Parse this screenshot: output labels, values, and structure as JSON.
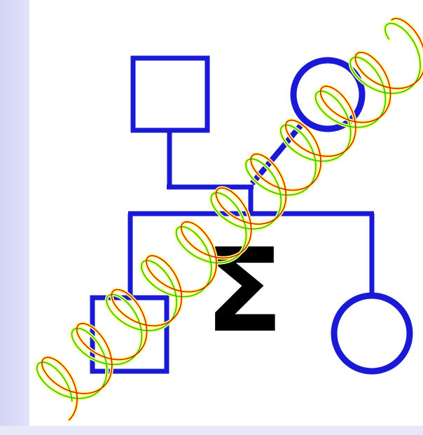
{
  "logo": {
    "symbol": "Σ",
    "colors": {
      "pedigree": "#1a1ad6",
      "sigma": "#000000",
      "helix_strand_a": "#e01818",
      "helix_strand_b": "#24c424",
      "helix_glow": "#ffff66",
      "background": "#ffffff",
      "side_band": "#d8d8f8"
    },
    "elements": [
      "square-male",
      "circle-female",
      "square-son",
      "circle-daughter",
      "dna-helix"
    ]
  }
}
